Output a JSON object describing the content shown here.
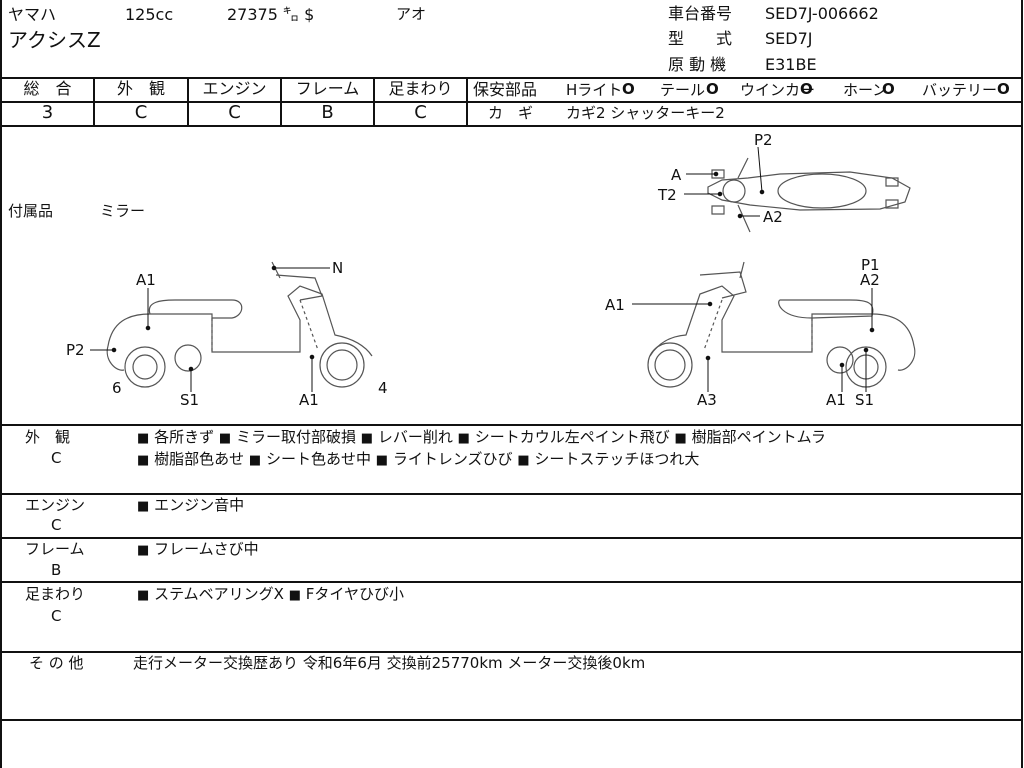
{
  "header": {
    "maker": "ヤマハ",
    "cc": "125cc",
    "mileage": "27375 ㌔ $",
    "color": "アオ",
    "model": "アクシスZ",
    "frame_no_label": "車台番号",
    "frame_no": "SED7J-006662",
    "type_label": "型　　式",
    "type": "SED7J",
    "engine_label": "原 動 機",
    "engine": "E31BE"
  },
  "grades": [
    {
      "label": "総　合",
      "value": "3"
    },
    {
      "label": "外　観",
      "value": "C"
    },
    {
      "label": "エンジン",
      "value": "C"
    },
    {
      "label": "フレーム",
      "value": "B"
    },
    {
      "label": "足まわり",
      "value": "C"
    }
  ],
  "safety": {
    "title": "保安部品",
    "items": [
      "Hライト",
      "テール",
      "ウインカー",
      "ホーン",
      "バッテリー"
    ],
    "ok_mark": "O",
    "key_label": "カ　ギ",
    "key_value": "カギ2 シャッターキー2"
  },
  "accessories": {
    "label": "付属品",
    "value": "ミラー"
  },
  "diagram_marks": {
    "top": [
      "P2",
      "A",
      "T2",
      "A2"
    ],
    "left": [
      "A1",
      "N",
      "P2",
      "6",
      "S1",
      "A1",
      "4"
    ],
    "right": [
      "P1",
      "A2",
      "A1",
      "A3",
      "A1",
      "S1"
    ]
  },
  "sections": [
    {
      "label": "外　観",
      "grade": "C",
      "lines": [
        [
          "各所きず",
          "ミラー取付部破損",
          "レバー削れ",
          "シートカウル左ペイント飛び",
          "樹脂部ペイントムラ"
        ],
        [
          "樹脂部色あせ",
          "シート色あせ中",
          "ライトレンズひび",
          "シートステッチほつれ大"
        ]
      ]
    },
    {
      "label": "エンジン",
      "grade": "C",
      "lines": [
        [
          "エンジン音中"
        ]
      ]
    },
    {
      "label": "フレーム",
      "grade": "B",
      "lines": [
        [
          "フレームさび中"
        ]
      ]
    },
    {
      "label": "足まわり",
      "grade": "C",
      "lines": [
        [
          "ステムベアリングX",
          "Fタイヤひび小"
        ]
      ]
    }
  ],
  "bullet": "■",
  "other": {
    "label": "そ の 他",
    "text": "走行メーター交換歴あり 令和6年6月 交換前25770km メーター交換後0km"
  }
}
